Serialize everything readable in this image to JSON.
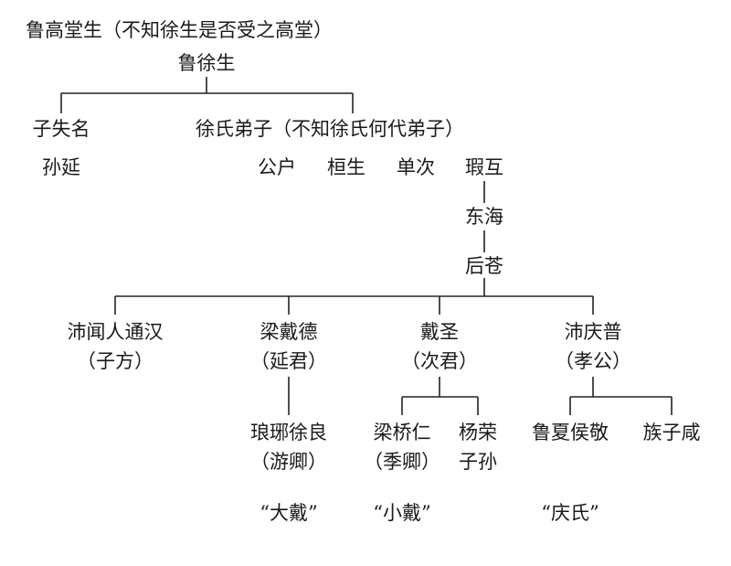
{
  "nodes": {
    "root": "鲁高堂生（不知徐生是否受之高堂）",
    "xu_sheng": "鲁徐生",
    "zi_shi_ming": "子失名",
    "sun_yan": "孙延",
    "xu_shi_dizi": "徐氏弟子（不知徐氏何代弟子）",
    "gong_hu": "公户",
    "huan_sheng": "桓生",
    "dan_ci": "单次",
    "xia_hu": "瑕互",
    "dong_hai": "东海",
    "hou_cang": "后苍",
    "pei_wenren": "沛闻人通汉",
    "pei_wenren_zi": "（子方）",
    "liang_daide": "梁戴德",
    "liang_daide_zi": "（延君）",
    "dai_sheng": "戴圣",
    "dai_sheng_zi": "（次君）",
    "pei_qingpu": "沛庆普",
    "pei_qingpu_zi": "（孝公）",
    "langya_xuliang": "琅琊徐良",
    "langya_xuliang_zi": "（游卿）",
    "liang_qiaoren": "梁桥仁",
    "liang_qiaoren_zi": "（季卿）",
    "yang_rong": "杨荣",
    "yang_rong_zi": "子孙",
    "lu_xiahou": "鲁夏侯敬",
    "zu_zixian": "族子咸"
  },
  "schools": {
    "da_dai": "“大戴”",
    "xiao_dai": "“小戴”",
    "qing_shi": "“庆氏”"
  }
}
